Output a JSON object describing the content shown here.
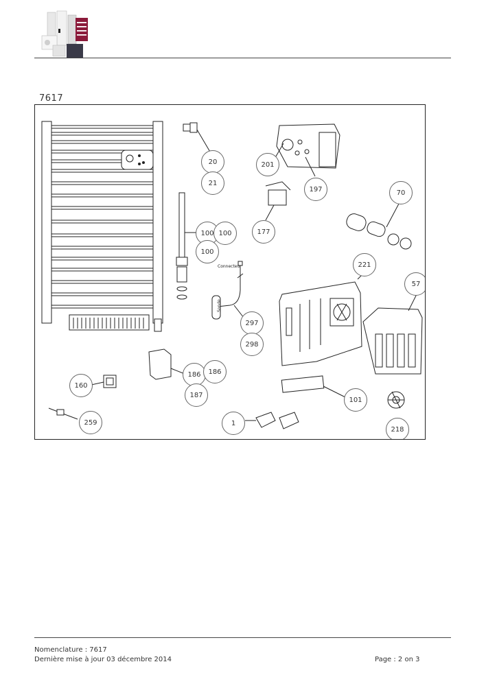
{
  "header": {
    "logo_icon": "product-range-logo"
  },
  "model_number": "7617",
  "diagram": {
    "callouts": [
      {
        "id": "c-20",
        "label": "20"
      },
      {
        "id": "c-21",
        "label": "21"
      },
      {
        "id": "c-201",
        "label": "201"
      },
      {
        "id": "c-197",
        "label": "197"
      },
      {
        "id": "c-70",
        "label": "70"
      },
      {
        "id": "c-177",
        "label": "177"
      },
      {
        "id": "c-100a",
        "label": "100"
      },
      {
        "id": "c-100b",
        "label": "100"
      },
      {
        "id": "c-100c",
        "label": "100"
      },
      {
        "id": "c-221",
        "label": "221"
      },
      {
        "id": "c-57",
        "label": "57"
      },
      {
        "id": "c-297",
        "label": "297"
      },
      {
        "id": "c-298",
        "label": "298"
      },
      {
        "id": "c-186a",
        "label": "186"
      },
      {
        "id": "c-186b",
        "label": "186"
      },
      {
        "id": "c-187",
        "label": "187"
      },
      {
        "id": "c-160",
        "label": "160"
      },
      {
        "id": "c-101",
        "label": "101"
      },
      {
        "id": "c-259",
        "label": "259"
      },
      {
        "id": "c-1",
        "label": "1"
      },
      {
        "id": "c-218",
        "label": "218"
      }
    ],
    "connector_label": "Connecteur",
    "sonde_label": "Sonde"
  },
  "footer": {
    "nomenclature": "Nomenclature : 7617",
    "last_update": "Dernière mise à jour 03 décembre 2014",
    "page": "Page : 2 on 3"
  },
  "colors": {
    "brand": "#8b1a3a",
    "line": "#222222"
  }
}
